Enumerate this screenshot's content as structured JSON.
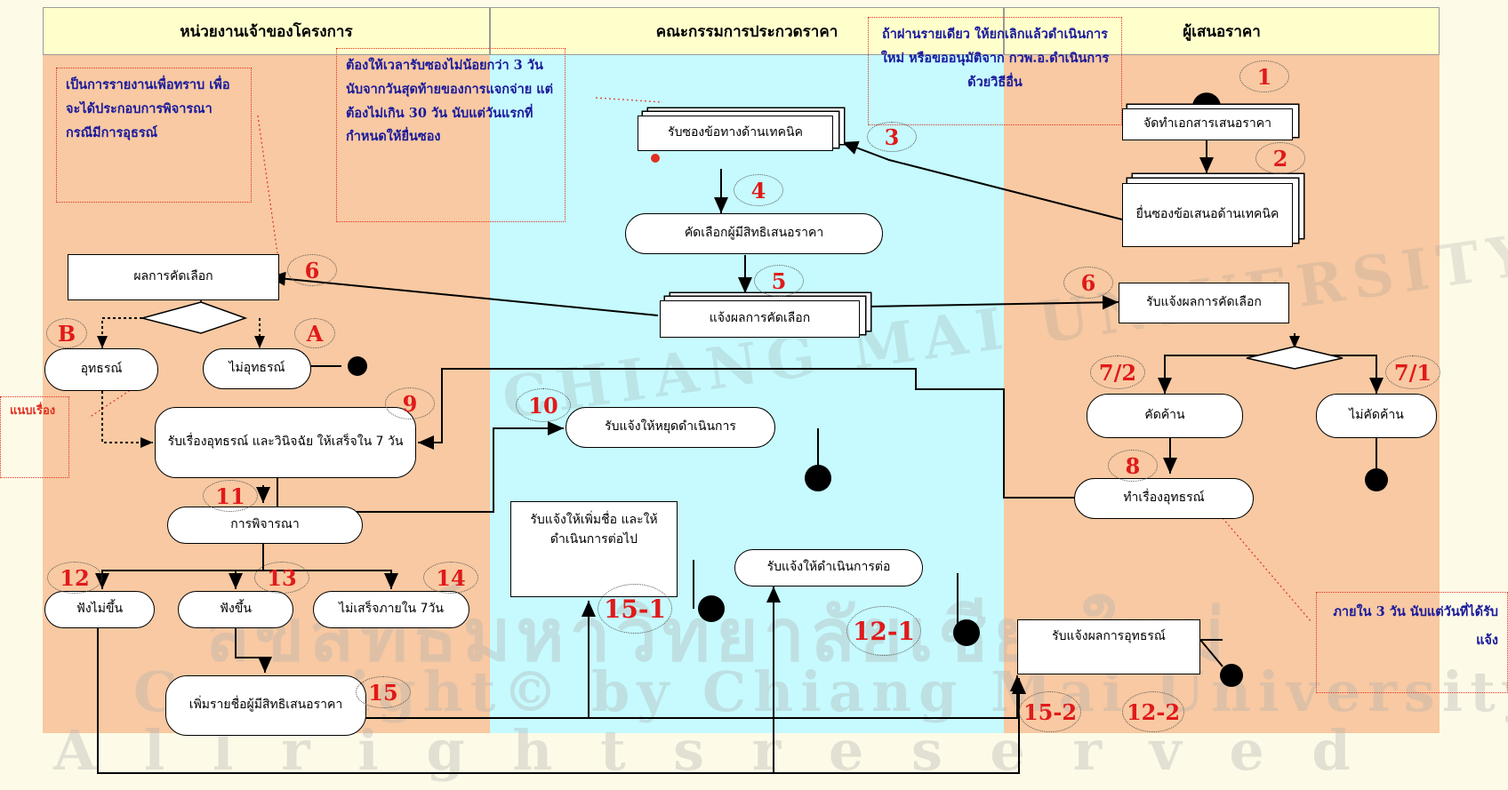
{
  "lanes": [
    {
      "title": "หน่วยงานเจ้าของโครงการ"
    },
    {
      "title": "คณะกรรมการประกวดราคา"
    },
    {
      "title": "ผู้เสนอราคา"
    }
  ],
  "colors": {
    "lane_owner": "#f8c9a2",
    "lane_committee": "#c6fafe",
    "lane_bidder": "#f8c9a2",
    "header": "#ffffcc",
    "step_number": "#e01a1a",
    "note_text": "#1a1a9c",
    "note_border": "#e03020"
  },
  "notes": {
    "owner_report": "เป็นการรายงานเพื่อทราบ เพื่อจะได้ประกอบการพิจารณา กรณีมีการอุธรณ์",
    "time_window": "ต้องให้เวลารับซองไม่น้อยกว่า 3 วัน นับจากวันสุดท้ายของการแจกจ่าย แต่ต้องไม่เกิน 30 วัน นับแต่วันแรกที่กำหนดให้ยื่นซอง",
    "single_bidder": "ถ้าผ่านรายเดียว ให้ยกเลิกแล้วดำเนินการใหม่ หรือขออนุมัติจาก กวพ.อ.ดำเนินการด้วยวิธีอื่น",
    "attach": "แนบเรื่อง",
    "within_3_days": "ภายใน 3 วัน นับแต่วันที่ได้รับแจ้ง"
  },
  "nodes": {
    "prepare_bid": "จัดทำเอกสารเสนอราคา",
    "submit_tech": "ยื่นซองข้อเสนอด้านเทคนิค",
    "receive_tech": "รับซองข้อทางด้านเทคนิค",
    "select_bidders": "คัดเลือกผู้มีสิทธิเสนอราคา",
    "notify_result": "แจ้งผลการคัดเลือก",
    "selection_result": "ผลการคัดเลือก",
    "appeal": "อุทธรณ์",
    "no_appeal": "ไม่อุทธรณ์",
    "receive_notice": "รับแจ้งผลการคัดเลือก",
    "object": "คัดค้าน",
    "no_object": "ไม่คัดค้าน",
    "make_appeal": "ทำเรื่องอุทธรณ์",
    "receive_appeal": "รับเรื่องอุทธรณ์ และวินิจฉัย ให้เสร็จใน 7 วัน",
    "stop_notice": "รับแจ้งให้หยุดดำเนินการ",
    "consider": "การพิจารณา",
    "add_name_notice": "รับแจ้งให้เพิ่มชื่อ และให้ดำเนินการต่อไป",
    "continue_notice": "รับแจ้งให้ดำเนินการต่อ",
    "not_upheld": "ฟังไม่ขึ้น",
    "upheld": "ฟังขึ้น",
    "not_done_7": "ไม่เสร็จภายใน 7วัน",
    "add_bidder": "เพิ่มรายชื่อผู้มีสิทธิเสนอราคา",
    "appeal_result": "รับแจ้งผลการอุทธรณ์"
  },
  "steps": {
    "s1": "1",
    "s2": "2",
    "s3": "3",
    "s4": "4",
    "s5": "5",
    "s6a": "6",
    "s6b": "6",
    "s7_2": "7/2",
    "s7_1": "7/1",
    "s8": "8",
    "s9": "9",
    "s10": "10",
    "s11": "11",
    "s12": "12",
    "s13": "13",
    "s14": "14",
    "s15": "15",
    "s15_1": "15-1",
    "s12_1": "12-1",
    "s15_2": "15-2",
    "s12_2": "12-2",
    "sA": "A",
    "sB": "B"
  },
  "watermark": {
    "line1": "ลิขสิทธิ์มหาวิทยาลัยเชียงใหม่",
    "line2": "Copyright© by Chiang Mai University",
    "line3": "A l l   r i g h t s   r e s e r v e d",
    "seal": "CHIANG MAI UNIVERSITY"
  }
}
